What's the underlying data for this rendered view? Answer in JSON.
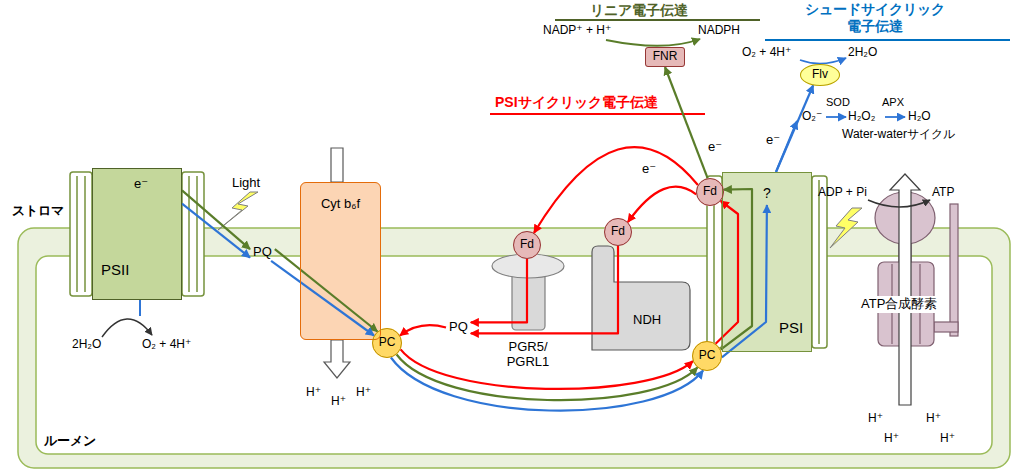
{
  "diagram": {
    "nodes": [
      {
        "text": [
          "e⁻",
          "PSII"
        ]
      },
      {
        "text": [
          "PQ"
        ]
      },
      {
        "text": [
          "Cyt b₆f"
        ]
      },
      {
        "text": [
          "PC"
        ]
      },
      {
        "text": [
          "PQ"
        ]
      },
      {
        "text": [
          "PGR5/ PGRL1"
        ]
      },
      {
        "text": [
          "Fd"
        ]
      },
      {
        "text": [
          "NDH"
        ]
      },
      {
        "text": [
          "Fd"
        ]
      },
      {
        "text": [
          "?",
          "PSI"
        ]
      },
      {
        "text": [
          "Fd"
        ]
      },
      {
        "text": [
          "PC"
        ]
      },
      {
        "text": [
          "FNR"
        ]
      },
      {
        "text": [
          "Flv"
        ]
      },
      {
        "text": [
          "ATP合成酵素"
        ]
      }
    ],
    "edges": [
      {
        "from": 0,
        "to": 1,
        "arrow": "to"
      },
      {
        "from": 0,
        "to": 1,
        "arrow": "to"
      },
      {
        "from": 1,
        "to": 3,
        "arrow": "to"
      },
      {
        "from": 1,
        "to": 3,
        "arrow": "to"
      },
      {
        "from": 4,
        "to": 3,
        "arrow": "to"
      },
      {
        "from": 3,
        "to": 11,
        "arrow": "to"
      },
      {
        "from": 3,
        "to": 11,
        "arrow": "to"
      },
      {
        "from": 3,
        "to": 11,
        "arrow": "to"
      },
      {
        "from": 11,
        "to": 10,
        "arrow": "to"
      },
      {
        "from": 11,
        "to": 10,
        "arrow": "to"
      },
      {
        "from": 11,
        "to": 9,
        "arrow": "to"
      },
      {
        "from": 10,
        "to": 12,
        "arrow": "to"
      },
      {
        "from": 10,
        "to": 6,
        "arrow": "to"
      },
      {
        "from": 10,
        "to": 8,
        "arrow": "to"
      },
      {
        "from": 6,
        "to": 4,
        "arrow": "to"
      },
      {
        "from": 8,
        "to": 4,
        "arrow": "to"
      },
      {
        "from": 9,
        "to": 13,
        "arrow": "to"
      }
    ],
    "labels": [
      "リニア電子伝達",
      "シュードサイクリック 電子伝達",
      "PSIサイクリック電子伝達",
      "NADP⁺ + H⁺",
      "NADPH",
      "O₂ + 4H⁺",
      "2H₂O",
      "SOD",
      "APX",
      "O₂⁻",
      "H₂O₂",
      "H₂O",
      "Water-waterサイクル",
      "e⁻",
      "e⁻",
      "e⁻",
      "ストロマ",
      "Light",
      "2H₂O",
      "O₂ + 4H⁺",
      "H⁺",
      "H⁺",
      "H⁺",
      "ADP + Pi",
      "ATP",
      "H⁺",
      "H⁺",
      "H⁺",
      "H⁺",
      "ルーメン"
    ]
  }
}
